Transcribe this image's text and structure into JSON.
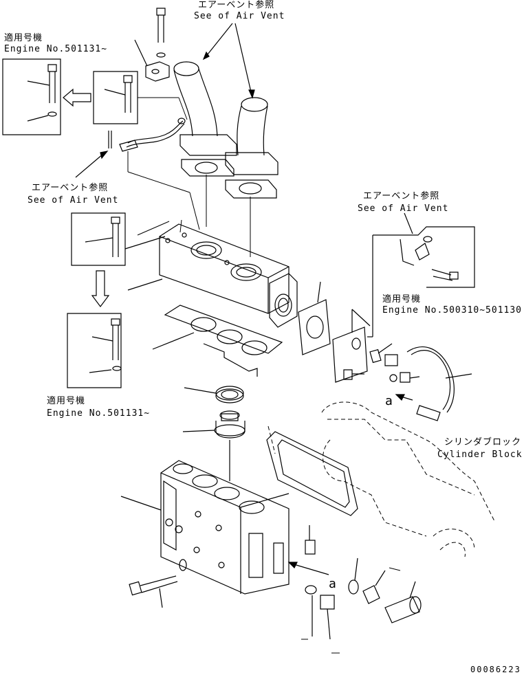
{
  "labels": {
    "air_vent_top_jp": "エアーベント参照",
    "air_vent_top_en": "See of Air Vent",
    "applicable_tl_jp": "適用号機",
    "applicable_tl_en": "Engine No.501131~",
    "air_vent_mid_jp": "エアーベント参照",
    "air_vent_mid_en": "See of Air Vent",
    "air_vent_right_jp": "エアーベント参照",
    "air_vent_right_en": "See of Air Vent",
    "applicable_right_jp": "適用号機",
    "applicable_right_en": "Engine No.500310~501130",
    "applicable_left_jp": "適用号機",
    "applicable_left_en": "Engine No.501131~",
    "cylinder_block_jp": "シリンダブロック",
    "cylinder_block_en": "Cylinder Block",
    "ref_a_1": "a",
    "ref_a_2": "a",
    "drawing_no": "00086223"
  }
}
